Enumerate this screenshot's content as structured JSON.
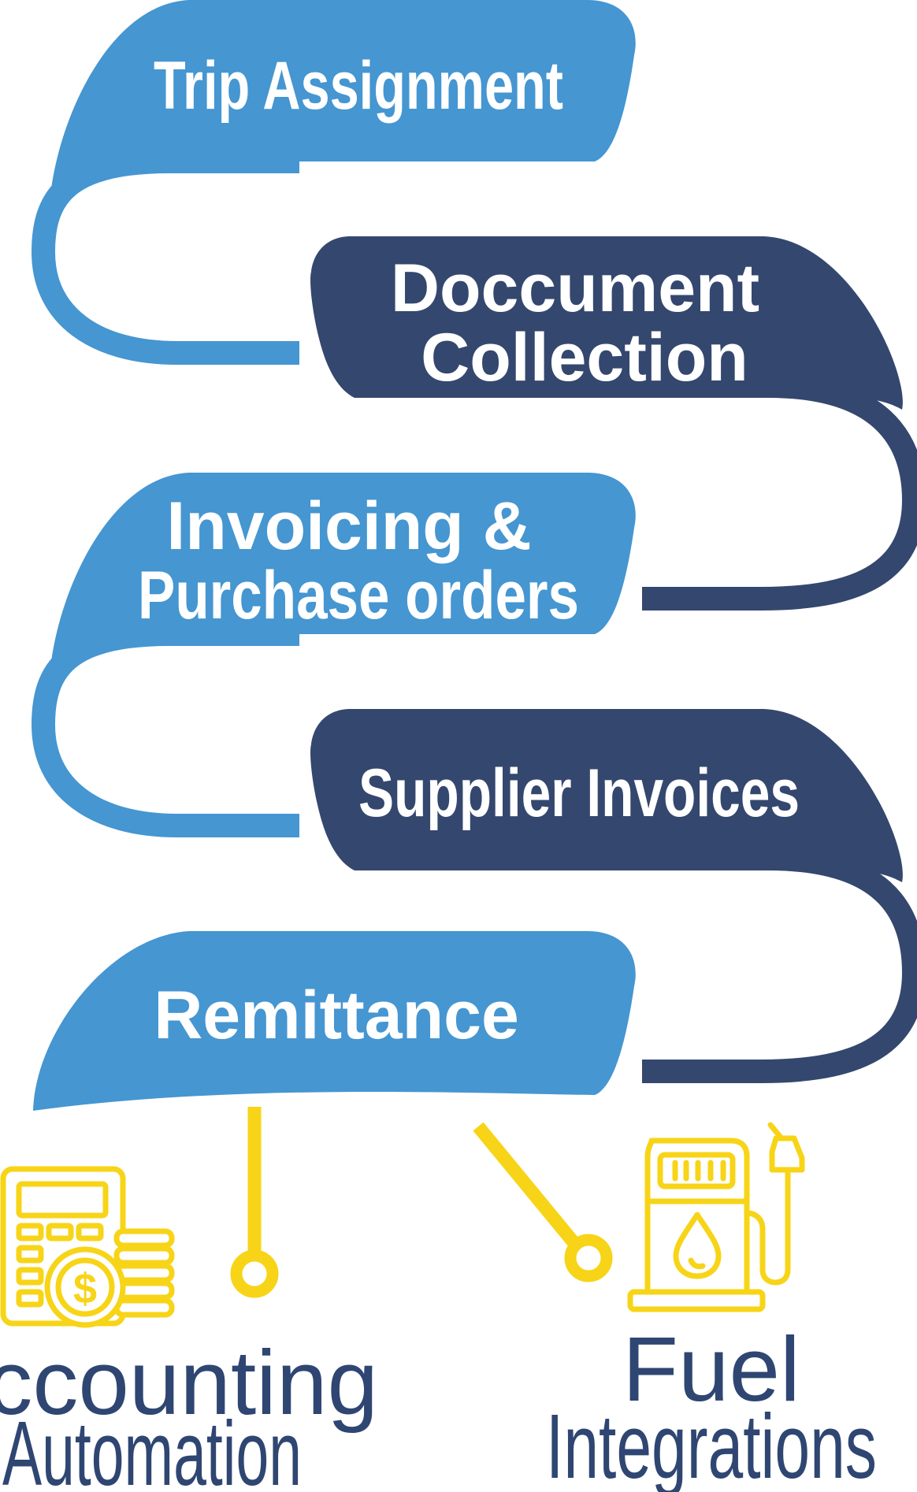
{
  "stages": [
    {
      "lines": [
        "Trip Assignment"
      ]
    },
    {
      "lines": [
        "Doccument",
        "Collection"
      ]
    },
    {
      "lines": [
        "Invoicing &",
        "Purchase orders"
      ]
    },
    {
      "lines": [
        "Supplier Invoices"
      ]
    },
    {
      "lines": [
        "Remittance"
      ]
    }
  ],
  "outputs": [
    {
      "lines": [
        "Accounting",
        "Automation"
      ],
      "icon": "calculator-coins-icon"
    },
    {
      "lines": [
        "Fuel",
        "Integrations"
      ],
      "icon": "fuel-pump-icon"
    }
  ],
  "colors": {
    "light_blue": "#4596d1",
    "dark_blue": "#34476e",
    "accent_yellow": "#f7d417",
    "label_text": "#2f4672"
  }
}
